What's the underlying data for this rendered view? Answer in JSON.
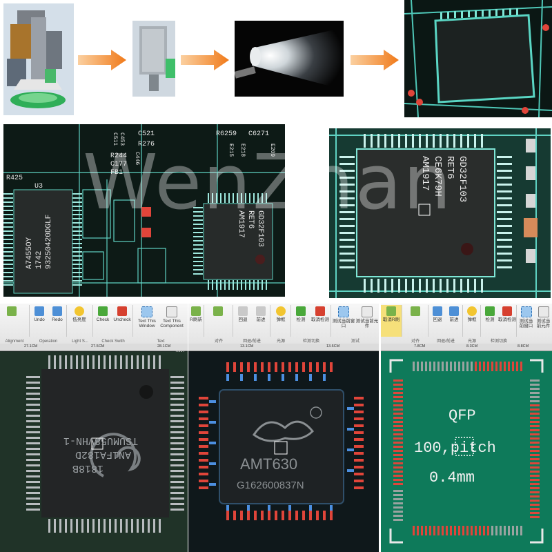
{
  "watermark": "WenZhan",
  "top_board": {
    "labels": [
      "C521",
      "R276",
      "C511",
      "C453",
      "R244",
      "C446",
      "C177",
      "FB1",
      "R6259",
      "C6271",
      "R425",
      "U3",
      "E215",
      "E218",
      "E209"
    ],
    "left_chip": [
      "A7455OY",
      "1742",
      "93250420DGLF"
    ],
    "right_chip": [
      "GD32F103",
      "RET6",
      "AM1917"
    ]
  },
  "closeup_chip": [
    "GD32F103",
    "RET6",
    "CE6K79H",
    "AM1917"
  ],
  "window1": {
    "toolbar": {
      "items": [
        "Undo",
        "Redo",
        "低亮度",
        "Check",
        "Uncheck",
        "Text This Window",
        "Text This Component"
      ],
      "groups": [
        "Alignment",
        "Operation",
        "Light S...",
        "Check Swith",
        "Text"
      ]
    },
    "ruler": [
      "27.1CM",
      "27.5CM",
      "28.1CM"
    ],
    "type_label": "Type:",
    "chip": [
      "TSUMU58VHN-1",
      "AN1FA182D",
      "1818B"
    ]
  },
  "window2": {
    "toolbar": {
      "items": [
        "R刷新",
        "回退",
        "前进",
        "弹框",
        "检测",
        "取消检测",
        "测试当前窗口",
        "测试当前元件"
      ],
      "groups": [
        "对齐",
        "回退/前进",
        "光源",
        "检测切换",
        "测试"
      ]
    },
    "ruler": [
      "13.1CM",
      "13.6CM"
    ],
    "chip": [
      "AMT630",
      "G162600837N"
    ]
  },
  "window3": {
    "toolbar": {
      "items": [
        "取消R刷",
        "回退",
        "前进",
        "弹框",
        "检测",
        "取消检测",
        "测试当前窗口",
        "测试当前元件"
      ],
      "groups": [
        "对齐",
        "回退/前进",
        "光源",
        "检测切换"
      ]
    },
    "ruler": [
      "7.8CM",
      "8.3CM",
      "8.8CM"
    ],
    "text_lines": [
      "QFP",
      "100,pitch",
      "0.4mm"
    ]
  },
  "colors": {
    "pcb_dark": "#0d1a16",
    "trace_cyan": "#6fe0d0",
    "pad_red": "#e0453a",
    "arrow_orange": "#f07a1a",
    "qfp_green": "#0e7a5a"
  }
}
